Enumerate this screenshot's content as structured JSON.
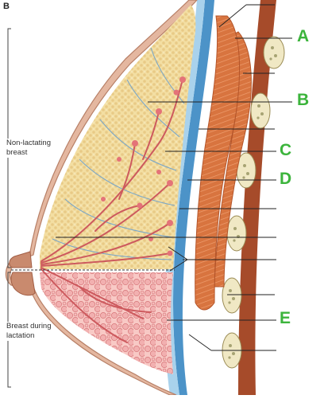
{
  "figure": {
    "letter": "B"
  },
  "side_labels": {
    "non_lactating": [
      "Non-lactating",
      "breast"
    ],
    "lactation": [
      "Breast during",
      "lactation"
    ]
  },
  "callouts": [
    "A",
    "B",
    "C",
    "D",
    "E"
  ],
  "colors": {
    "skin": "#e4b7a0",
    "skin_edge": "#b77f66",
    "fat": "#f3dea2",
    "fat_lobule": "#e5c47e",
    "duct": "#cd5a5e",
    "lactating_lobule": "#f2b0b0",
    "lactating_lobule_edge": "#d0676b",
    "fascia": "#4c93c8",
    "fascia_light": "#a9d2ec",
    "muscle": "#d8743f",
    "muscle_fiber": "#ef9f70",
    "rib": "#f0e8c4",
    "rib_marrow": "#a7a373",
    "chest_wall": "#a64b2a",
    "callout_text": "#3cb43c",
    "leader": "#222222"
  }
}
